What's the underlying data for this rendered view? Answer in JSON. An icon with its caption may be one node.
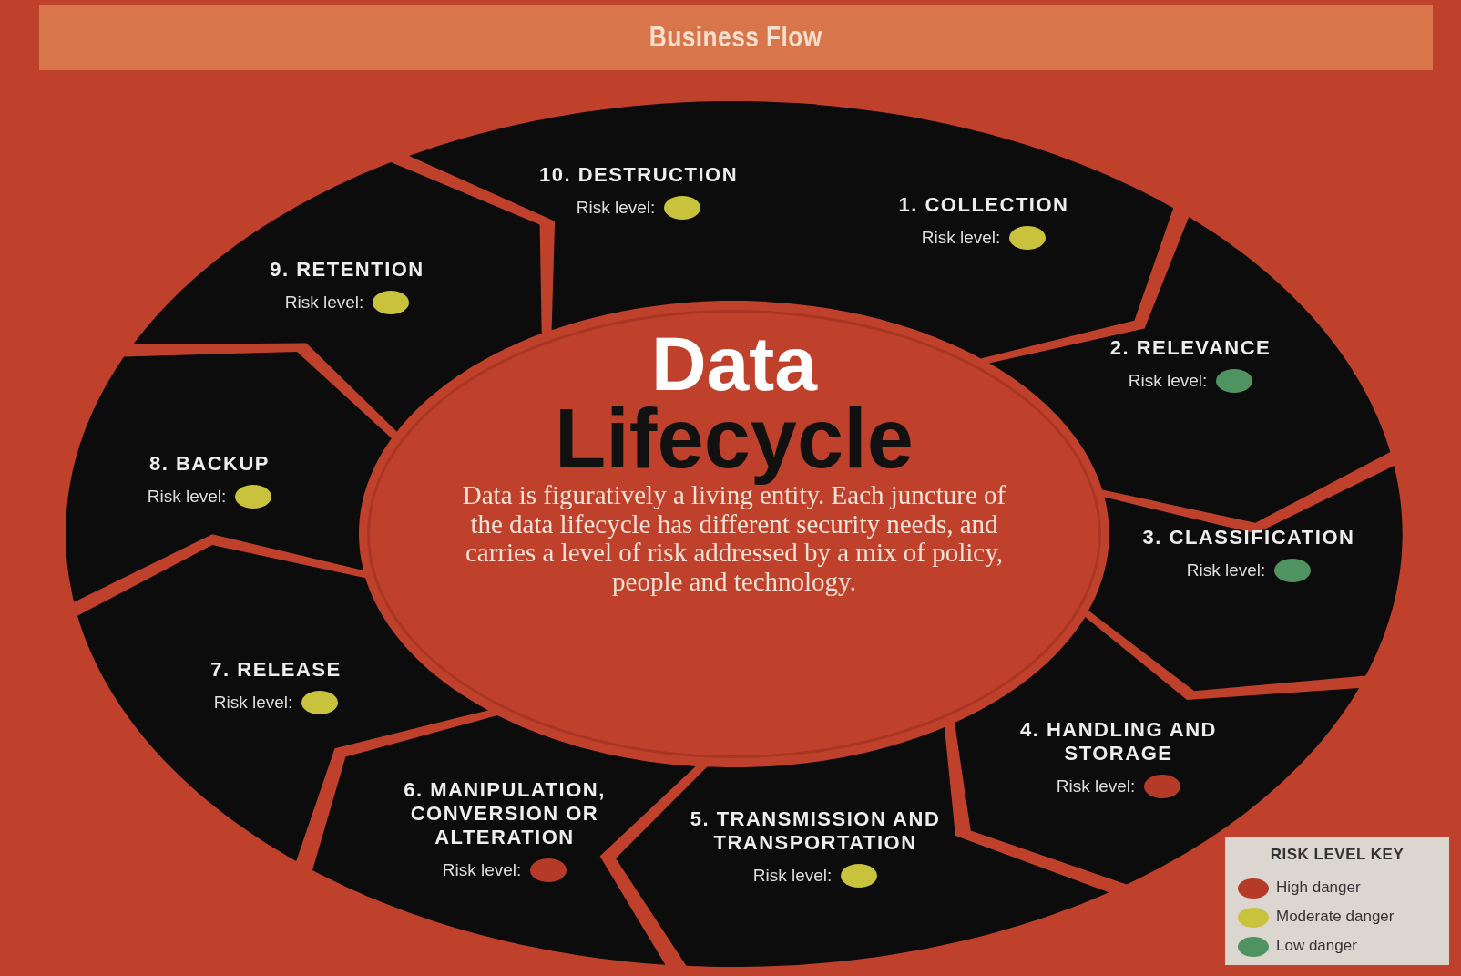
{
  "diagram": {
    "title": "Business Flow",
    "nodes": [
      {
        "text": [
          "Data",
          "Lifecycle",
          "Data is figuratively a living entity. Each juncture of the data lifecycle has different security needs, and carries a level of risk addressed by a mix of policy, people and technology."
        ]
      },
      {
        "text": [
          "1. COLLECTION",
          "Risk level:"
        ]
      },
      {
        "text": [
          "2. RELEVANCE",
          "Risk level:"
        ]
      },
      {
        "text": [
          "3. CLASSIFICATION",
          "Risk level:"
        ]
      },
      {
        "text": [
          "4. HANDLING AND STORAGE",
          "Risk level:"
        ]
      },
      {
        "text": [
          "5. TRANSMISSION AND TRANSPORTATION",
          "Risk level:"
        ]
      },
      {
        "text": [
          "6. MANIPULATION, CONVERSION OR ALTERATION",
          "Risk level:"
        ]
      },
      {
        "text": [
          "7. RELEASE",
          "Risk level:"
        ]
      },
      {
        "text": [
          "8. BACKUP",
          "Risk level:"
        ]
      },
      {
        "text": [
          "9. RETENTION",
          "Risk level:"
        ]
      },
      {
        "text": [
          "10. DESTRUCTION",
          "Risk level:"
        ]
      },
      {
        "text": [],
        "shape": "circle",
        "in": 1
      },
      {
        "text": [],
        "shape": "circle",
        "in": 2
      },
      {
        "text": [],
        "shape": "circle",
        "in": 3
      },
      {
        "text": [],
        "shape": "circle",
        "in": 4
      },
      {
        "text": [],
        "shape": "circle",
        "in": 5
      },
      {
        "text": [],
        "shape": "circle",
        "in": 6
      },
      {
        "text": [],
        "shape": "circle",
        "in": 7
      },
      {
        "text": [],
        "shape": "circle",
        "in": 8
      },
      {
        "text": [],
        "shape": "circle",
        "in": 9
      },
      {
        "text": [],
        "shape": "circle",
        "in": 10
      }
    ],
    "edges": [],
    "labels": [
      "RISK LEVEL KEY"
    ],
    "legend": [
      {
        "text": "High danger",
        "color": "#b63a28"
      },
      {
        "text": "Moderate danger",
        "color": "#c9c23c"
      },
      {
        "text": "Low danger",
        "color": "#4f9460"
      }
    ]
  }
}
